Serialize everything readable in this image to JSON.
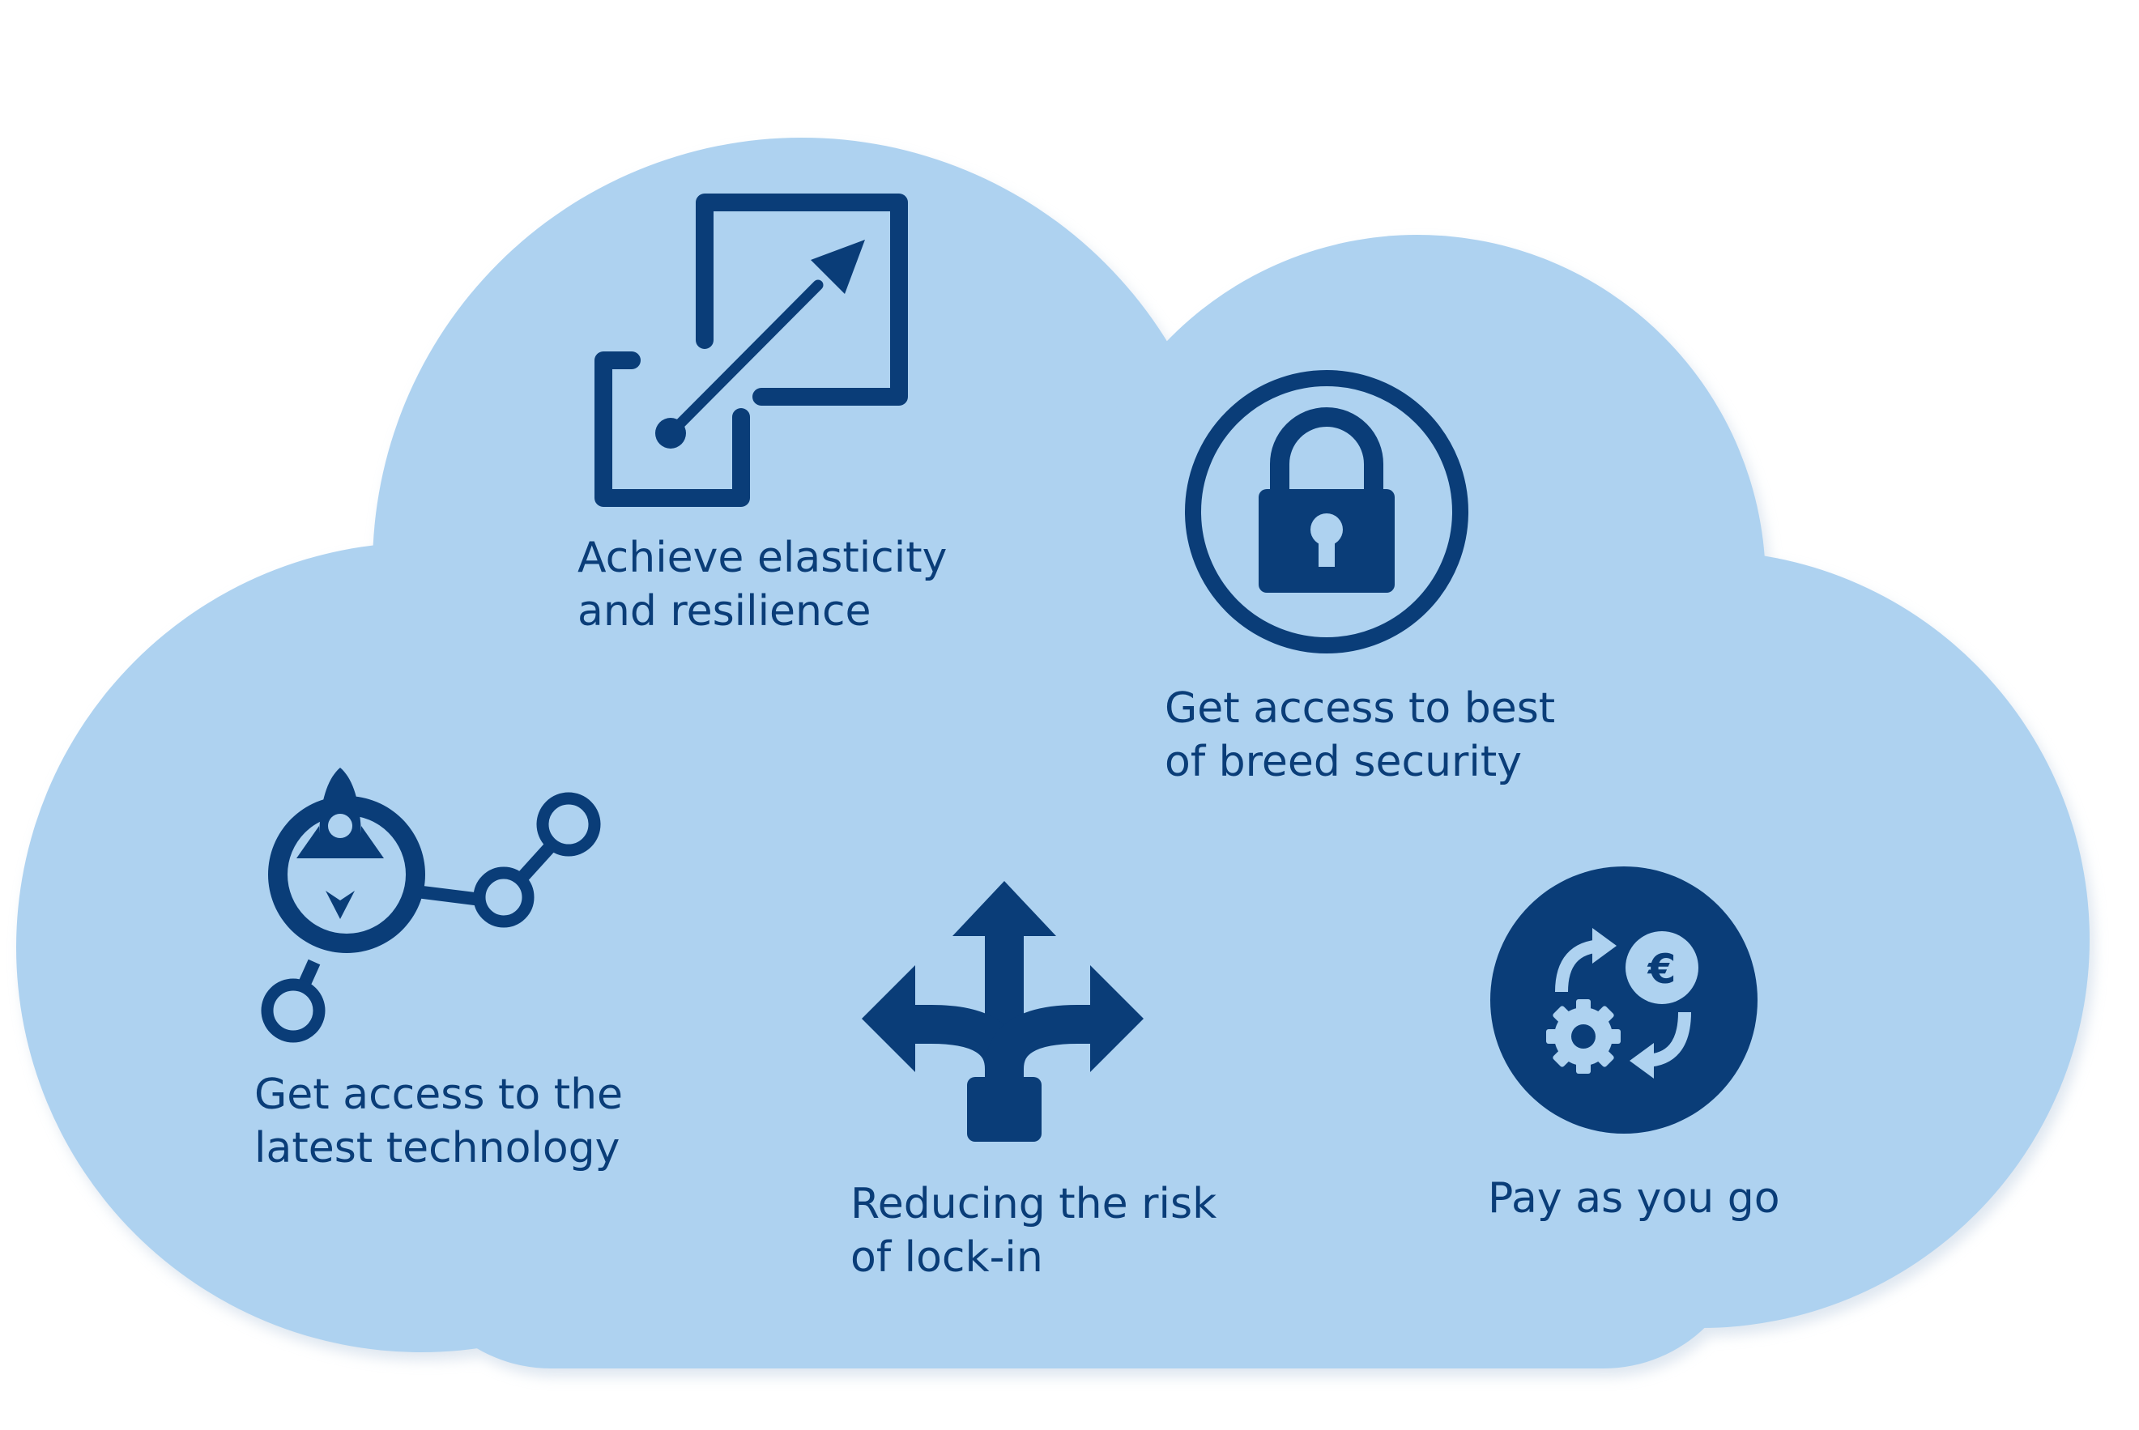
{
  "colors": {
    "cloud_fill": "#aed2f0",
    "icon_dark": "#0a3d78",
    "icon_light": "#aed2f0",
    "text": "#0a3d78"
  },
  "benefits": [
    {
      "icon": "scale-expand-arrow-icon",
      "lines": [
        "Achieve elasticity",
        "and resilience"
      ]
    },
    {
      "icon": "padlock-icon",
      "lines": [
        "Get access to best",
        "of breed security"
      ]
    },
    {
      "icon": "rocket-network-icon",
      "lines": [
        "Get access to the",
        "latest technology"
      ]
    },
    {
      "icon": "diverging-arrows-icon",
      "lines": [
        "Reducing the risk",
        "of lock-in"
      ]
    },
    {
      "icon": "euro-cycle-gear-icon",
      "lines": [
        "Pay as you go"
      ],
      "symbol": "€"
    }
  ]
}
